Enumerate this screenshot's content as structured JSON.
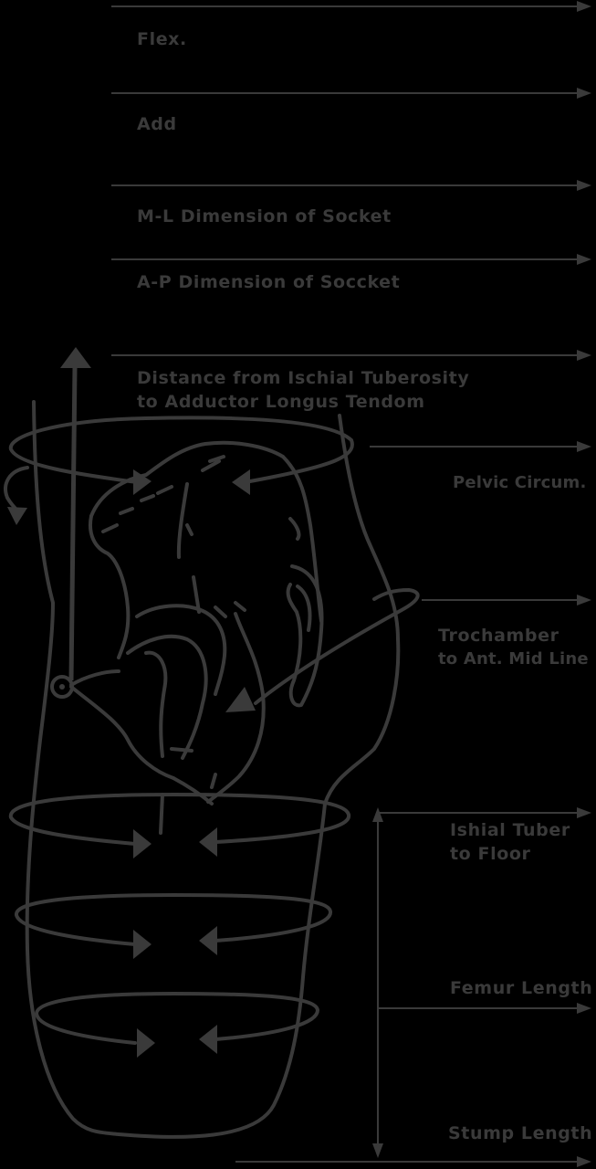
{
  "labels": {
    "flex": "Flex.",
    "add": "Add",
    "ml_dimension": "M-L Dimension of Socket",
    "ap_dimension": "A-P Dimension of Soccket",
    "ischial_distance_line1": "Distance from Ischial Tuberosity",
    "ischial_distance_line2": "to Adductor Longus Tendom",
    "pelvic_circum": "Pelvic Circum.",
    "trochamber_line1": "Trochamber",
    "trochamber_line2": "to Ant. Mid Line",
    "ishial_tuber_line1": "Ishial Tuber",
    "ishial_tuber_line2": "to Floor",
    "femur_length": "Femur Length",
    "stump_length": "Stump Length"
  },
  "colors": {
    "background": "#000000",
    "ink": "#3a3a3a"
  }
}
